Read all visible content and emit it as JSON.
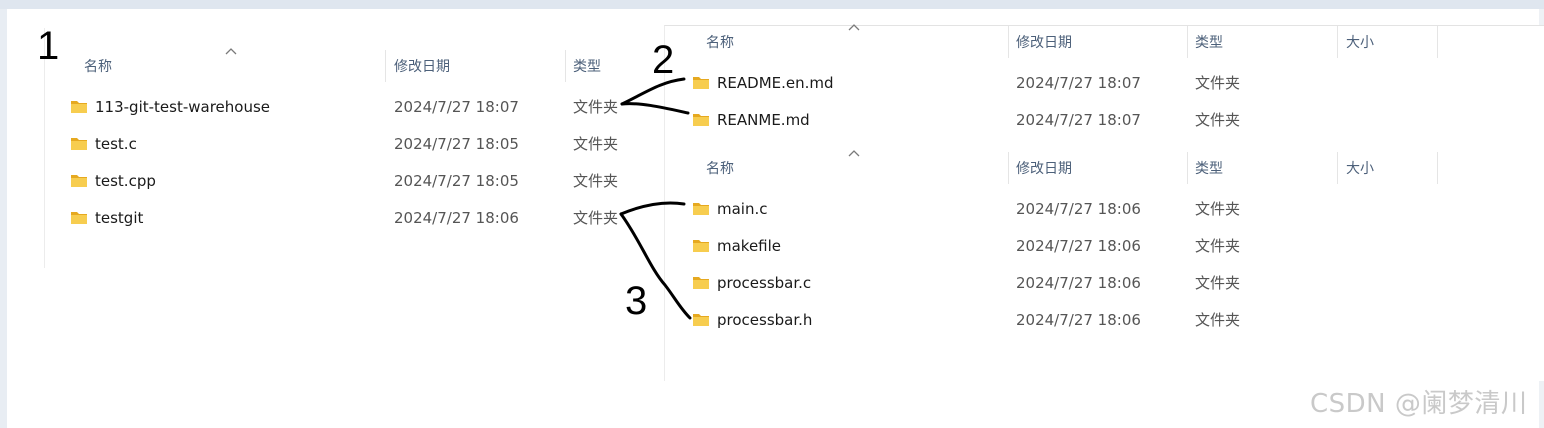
{
  "colors": {
    "header_text": "#4c607a",
    "folder": "#f4c542",
    "background": "#ffffff"
  },
  "annotations": {
    "label_1": "1",
    "label_2": "2",
    "label_3": "3"
  },
  "pane1": {
    "columns": {
      "name": "名称",
      "date": "修改日期",
      "type": "类型"
    },
    "rows": [
      {
        "icon": "folder-icon",
        "name": "113-git-test-warehouse",
        "date": "2024/7/27 18:07",
        "type": "文件夹"
      },
      {
        "icon": "folder-icon",
        "name": "test.c",
        "date": "2024/7/27 18:05",
        "type": "文件夹"
      },
      {
        "icon": "folder-icon",
        "name": "test.cpp",
        "date": "2024/7/27 18:05",
        "type": "文件夹"
      },
      {
        "icon": "folder-icon",
        "name": "testgit",
        "date": "2024/7/27 18:06",
        "type": "文件夹"
      }
    ]
  },
  "pane2a": {
    "columns": {
      "name": "名称",
      "date": "修改日期",
      "type": "类型",
      "size": "大小"
    },
    "rows": [
      {
        "icon": "folder-icon",
        "name": "README.en.md",
        "date": "2024/7/27 18:07",
        "type": "文件夹"
      },
      {
        "icon": "folder-icon",
        "name": "REANME.md",
        "date": "2024/7/27 18:07",
        "type": "文件夹"
      }
    ]
  },
  "pane2b": {
    "columns": {
      "name": "名称",
      "date": "修改日期",
      "type": "类型",
      "size": "大小"
    },
    "rows": [
      {
        "icon": "folder-icon",
        "name": "main.c",
        "date": "2024/7/27 18:06",
        "type": "文件夹"
      },
      {
        "icon": "folder-icon",
        "name": "makefile",
        "date": "2024/7/27 18:06",
        "type": "文件夹"
      },
      {
        "icon": "folder-icon",
        "name": "processbar.c",
        "date": "2024/7/27 18:06",
        "type": "文件夹"
      },
      {
        "icon": "folder-icon",
        "name": "processbar.h",
        "date": "2024/7/27 18:06",
        "type": "文件夹"
      }
    ]
  },
  "watermark": "CSDN @阑梦清川"
}
